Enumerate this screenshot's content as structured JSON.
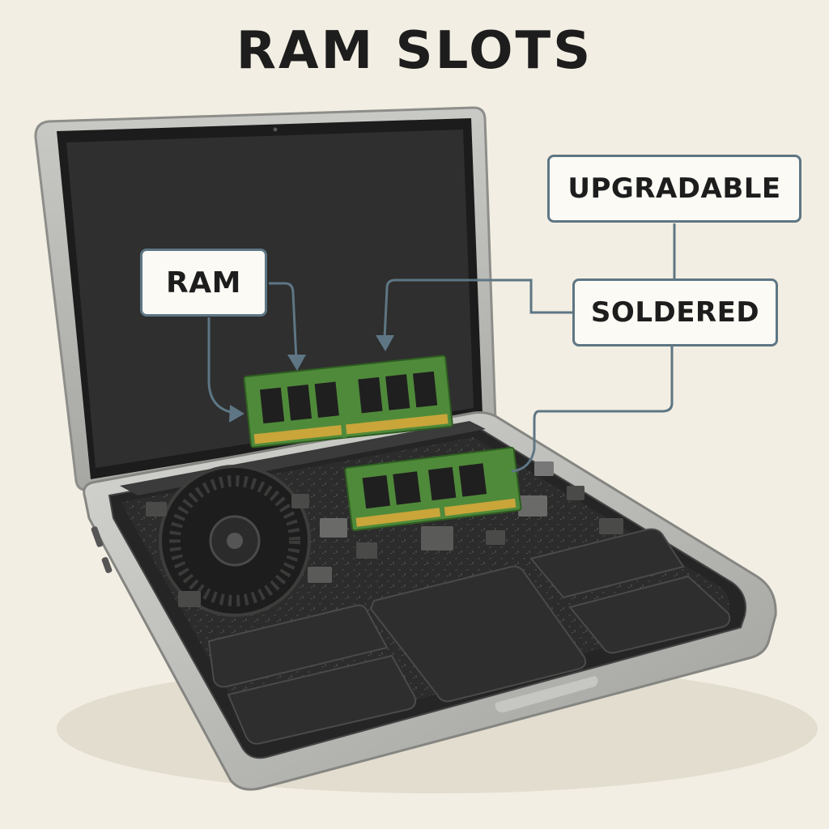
{
  "title": "RAM SLOTS",
  "labels": {
    "ram": "RAM",
    "upgradable": "UPGRADABLE",
    "soldered": "SOLDERED"
  },
  "colors": {
    "background": "#f3eee3",
    "callout_line": "#5e7684",
    "pcb_green": "#4f8a3a",
    "gold_contacts": "#c9a53a",
    "screen": "#2e2f2e",
    "chassis": "#b9bab6"
  }
}
